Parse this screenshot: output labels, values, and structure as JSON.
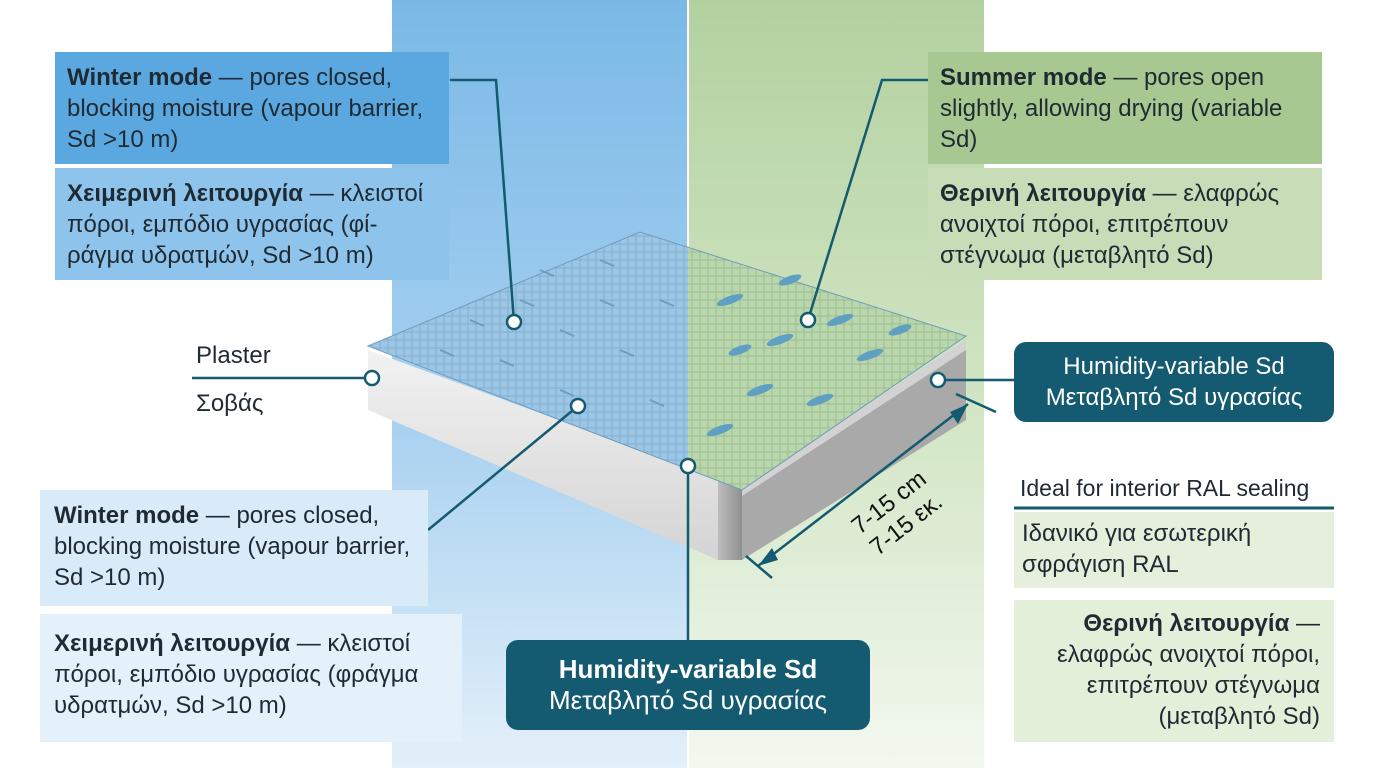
{
  "colors": {
    "winter_band": "#7fbde8",
    "summer_band": "#b7d4a4",
    "winter_box_dark": "#5aa9e0",
    "winter_box_mid": "#8ec4ec",
    "winter_box_light": "#d9ebf8",
    "summer_box_mid": "#a8c891",
    "summer_box_light": "#e3efd9",
    "pill": "#145a70",
    "leader": "#145a70"
  },
  "top_left": {
    "en_bold": "Winter mode",
    "en_rest": " — pores closed, blocking moisture (vapour barrier, Sd >10 m)",
    "gr_bold": "Χειμερινή λειτουργία",
    "gr_rest": " — κλειστοί πόροι, εμπόδιο υγρασίας (φί-ράγμα υδρατμών, Sd >10 m)"
  },
  "top_right": {
    "en_bold": "Summer mode",
    "en_rest": " — pores open slightly, allowing drying (variable Sd)",
    "gr_bold": "Θερινή λειτουργία",
    "gr_rest": " — ελαφρώς ανοιχτοί πόροι, επιτρέπουν στέγνωμα (μεταβλητό Sd)"
  },
  "bottom_left": {
    "en_bold": "Winter mode",
    "en_rest": " — pores closed, blocking moisture (vapour barrier, Sd >10 m)",
    "gr_bold": "Χειμερινή λειτουργία",
    "gr_rest": " — κλειστοί πόροι, εμπόδιο υγρασίας (φράγμα υδρατμών, Sd >10 m)"
  },
  "plaster": {
    "en": "Plaster",
    "gr": "Σοβάς"
  },
  "pill_right": {
    "en": "Humidity-variable Sd",
    "gr": "Μεταβλητό Sd υγρασίας"
  },
  "pill_center": {
    "en": "Humidity-variable Sd",
    "gr": "Μεταβλητό Sd υγρασίας"
  },
  "dimension": {
    "en": "7-15 cm",
    "gr": "7-15 εκ."
  },
  "ideal": {
    "title": "Ideal for interior RAL sealing",
    "gr": "Ιδανικό για εσωτερική σφράγιση RAL"
  },
  "bottom_right": {
    "gr_bold": "Θερινή λειτουργία",
    "gr_rest": " — ελαφρώς ανοιχτοί πόροι, επιτρέπουν στέγνωμα (μεταβλητό Sd)"
  }
}
